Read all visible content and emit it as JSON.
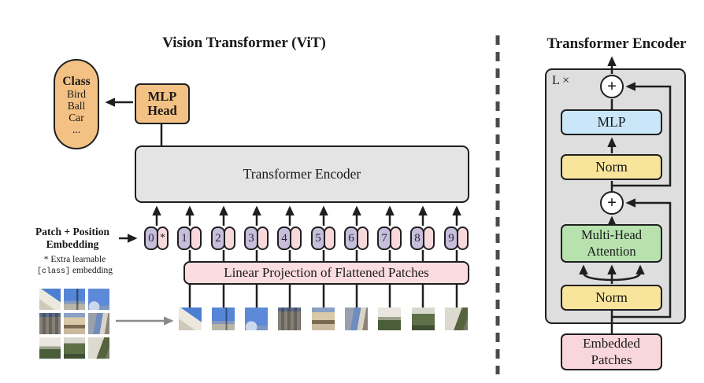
{
  "figure": {
    "left_panel": {
      "title": "Vision Transformer (ViT)",
      "class_box": {
        "heading": "Class",
        "items": [
          "Bird",
          "Ball",
          "Car",
          "..."
        ]
      },
      "mlp_head_label": "MLP Head",
      "encoder_label": "Transformer Encoder",
      "patch_position_label": "Patch + Position Embedding",
      "note_line1": "* Extra learnable",
      "note_class_token": "[class]",
      "note_line2_rest": "embedding",
      "class_token_star": "*",
      "tokens": [
        "0",
        "1",
        "2",
        "3",
        "4",
        "5",
        "6",
        "7",
        "8",
        "9"
      ],
      "linear_projection_label": "Linear Projection of Flattened Patches",
      "input_image_grid": {
        "rows": 3,
        "cols": 3,
        "cell_contents": [
          "building and sky",
          "sky with tower",
          "blue sky with spire",
          "stone facade columns",
          "domed building",
          "tower and street",
          "building over hedge",
          "trees and buildings",
          "street with greenery"
        ]
      },
      "flattened_patch_count": 9
    },
    "right_panel": {
      "title": "Transformer Encoder",
      "repeat_label": "L ×",
      "plus_symbol": "+",
      "mlp_label": "MLP",
      "norm_top_label": "Norm",
      "mha_label_line1": "Multi-Head",
      "mha_label_line2": "Attention",
      "norm_bottom_label": "Norm",
      "embedded_label_line1": "Embedded",
      "embedded_label_line2": "Patches"
    },
    "colors": {
      "accent_orange": "#f3c183",
      "encoder_gray": "#e4e4e4",
      "container_gray": "#dedede",
      "token_purple": "#c7bedb",
      "token_pink": "#f7d9dc",
      "projection_pink": "#fadce1",
      "mlp_blue": "#c9e7f8",
      "norm_yellow": "#f8e49b",
      "attention_green": "#b7e2ae",
      "embedded_pink": "#f8d6dc",
      "line_dark": "#1f1f1f",
      "divider_gray": "#4a4a4a",
      "arrow_gray": "#8a8a8a"
    }
  }
}
